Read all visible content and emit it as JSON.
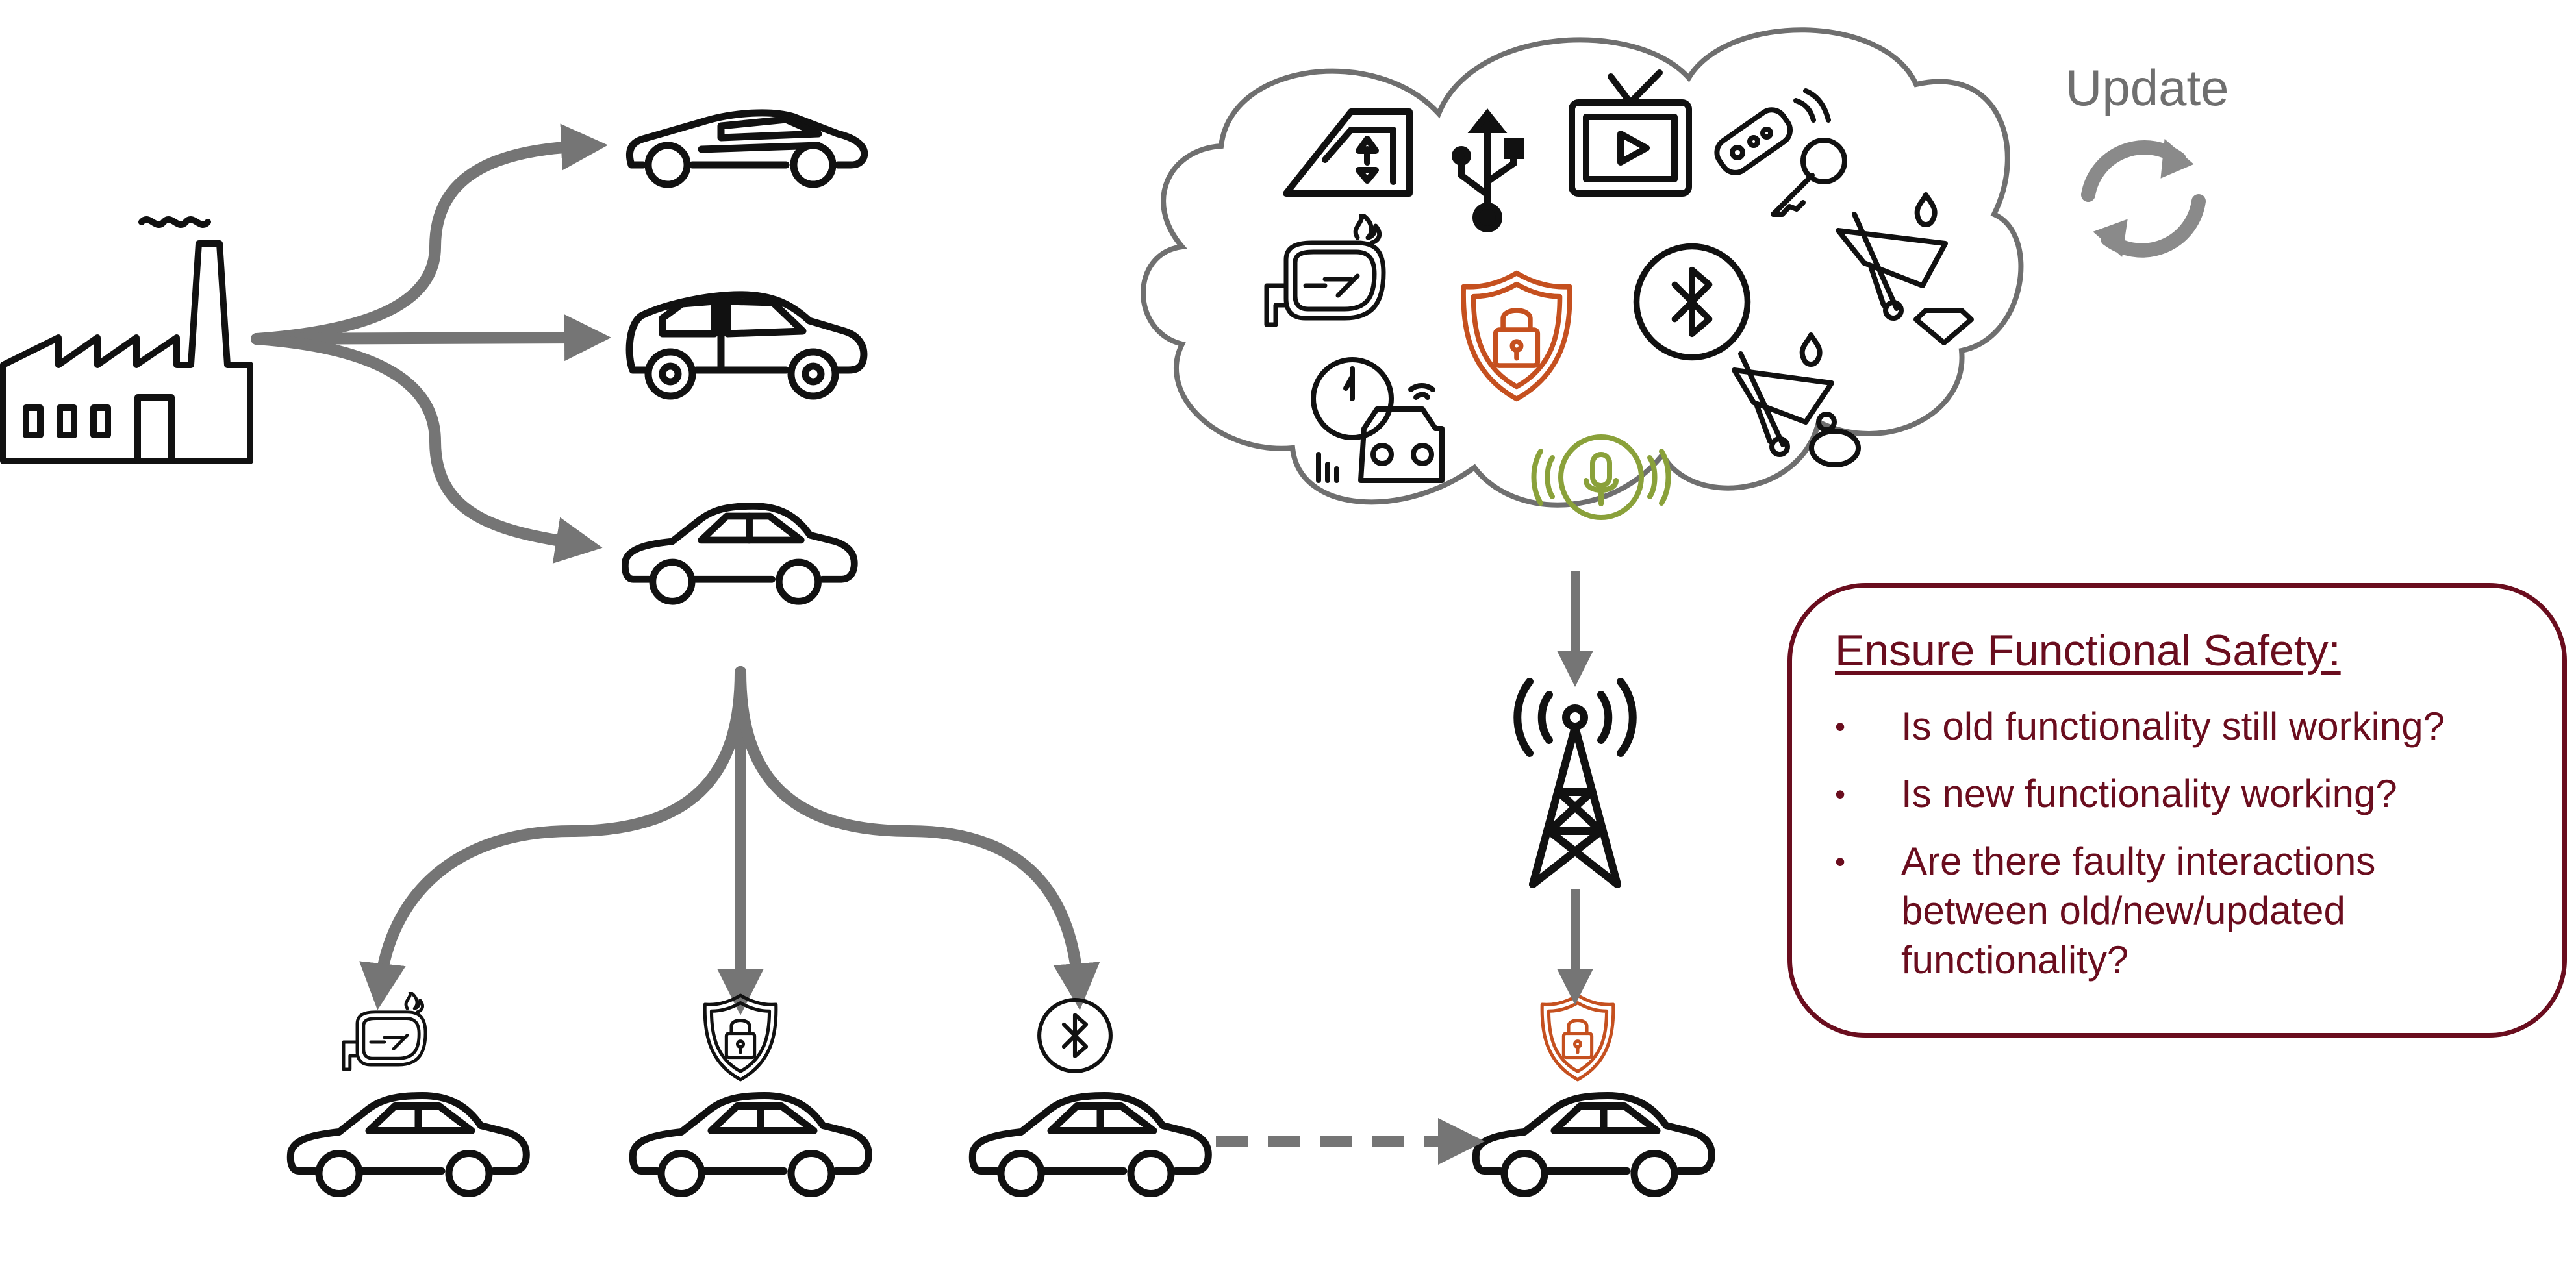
{
  "update": {
    "label": "Update"
  },
  "safety": {
    "title": "Ensure Functional Safety:",
    "items": [
      "Is old functionality still working?",
      "Is new functionality working?",
      "Are there faulty interactions between old/new/updated functionality?"
    ]
  },
  "cloud_features": [
    "window-lift-icon",
    "usb-icon",
    "tv-icon",
    "remote-key-icon",
    "heated-mirror-icon",
    "security-shield-icon",
    "bluetooth-icon",
    "rain-wiper-premium-icon",
    "speed-connected-car-icon",
    "voice-assistant-icon",
    "rain-wiper-budget-icon"
  ],
  "colors": {
    "arrow": "#757575",
    "box": "#6a0d1e",
    "shield": "#c5501f",
    "voice": "#8aa13a"
  }
}
